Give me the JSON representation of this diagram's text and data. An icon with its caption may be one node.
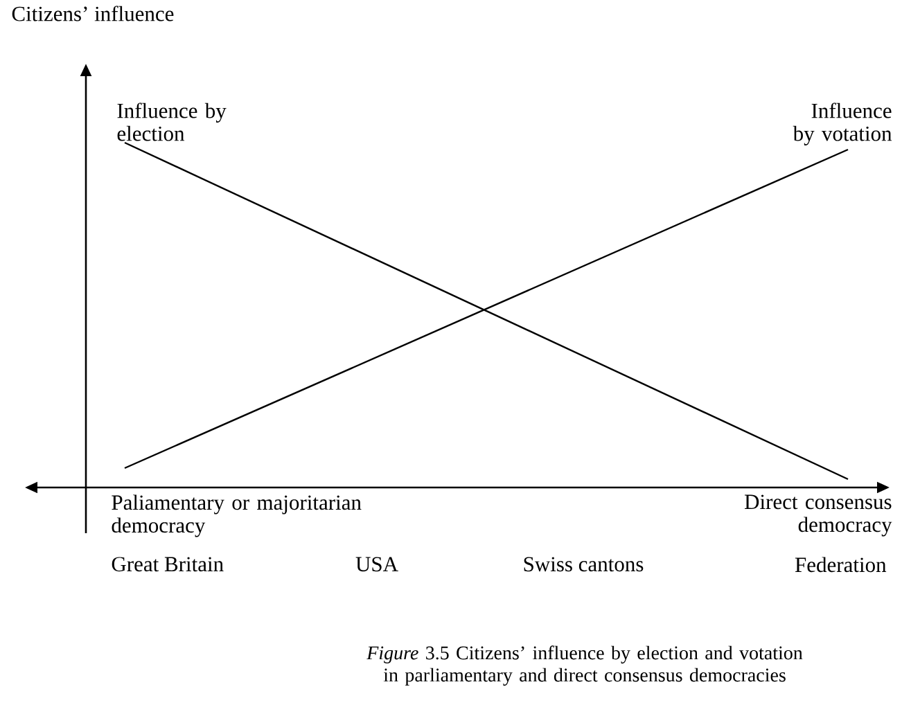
{
  "diagram": {
    "caption": "*Figure* 3.5    Citizens’ influence by election and votation in parliamentary and direct consensus democracies",
    "labels": [
      "Citizens’ influence",
      "Influence by election",
      "Influence by votation",
      "Paliamentary or majoritarian democracy",
      "Direct consensus democracy",
      "Great Britain",
      "USA",
      "Swiss cantons",
      "Federation"
    ]
  }
}
